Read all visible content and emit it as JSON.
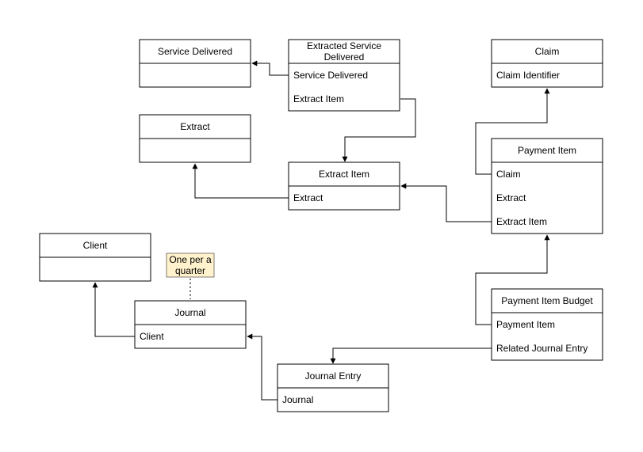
{
  "entities": {
    "service_delivered": {
      "title": "Service Delivered",
      "fields": []
    },
    "extracted_service_delivered": {
      "title_lines": [
        "Extracted Service",
        "Delivered"
      ],
      "fields": [
        "Service Delivered",
        "Extract Item"
      ]
    },
    "claim": {
      "title": "Claim",
      "fields": [
        "Claim Identifier"
      ]
    },
    "extract": {
      "title": "Extract",
      "fields": []
    },
    "extract_item": {
      "title": "Extract Item",
      "fields": [
        "Extract"
      ]
    },
    "payment_item": {
      "title": "Payment Item",
      "fields": [
        "Claim",
        "Extract",
        "Extract Item"
      ]
    },
    "client": {
      "title": "Client",
      "fields": []
    },
    "journal": {
      "title": "Journal",
      "fields": [
        "Client"
      ]
    },
    "payment_item_budget": {
      "title": "Payment Item Budget",
      "fields": [
        "Payment Item",
        "Related Journal Entry"
      ]
    },
    "journal_entry": {
      "title": "Journal Entry",
      "fields": [
        "Journal"
      ]
    }
  },
  "note": {
    "lines": [
      "One per a",
      "quarter"
    ]
  },
  "relationships": [
    {
      "from": "Extracted Service Delivered.Service Delivered",
      "to": "Service Delivered"
    },
    {
      "from": "Extracted Service Delivered.Extract Item",
      "to": "Extract Item"
    },
    {
      "from": "Extract Item.Extract",
      "to": "Extract"
    },
    {
      "from": "Payment Item.Claim",
      "to": "Claim"
    },
    {
      "from": "Payment Item.Extract Item",
      "to": "Extract Item"
    },
    {
      "from": "Payment Item Budget.Payment Item",
      "to": "Payment Item"
    },
    {
      "from": "Payment Item Budget.Related Journal Entry",
      "to": "Journal Entry"
    },
    {
      "from": "Journal Entry.Journal",
      "to": "Journal"
    },
    {
      "from": "Journal.Client",
      "to": "Client"
    }
  ]
}
